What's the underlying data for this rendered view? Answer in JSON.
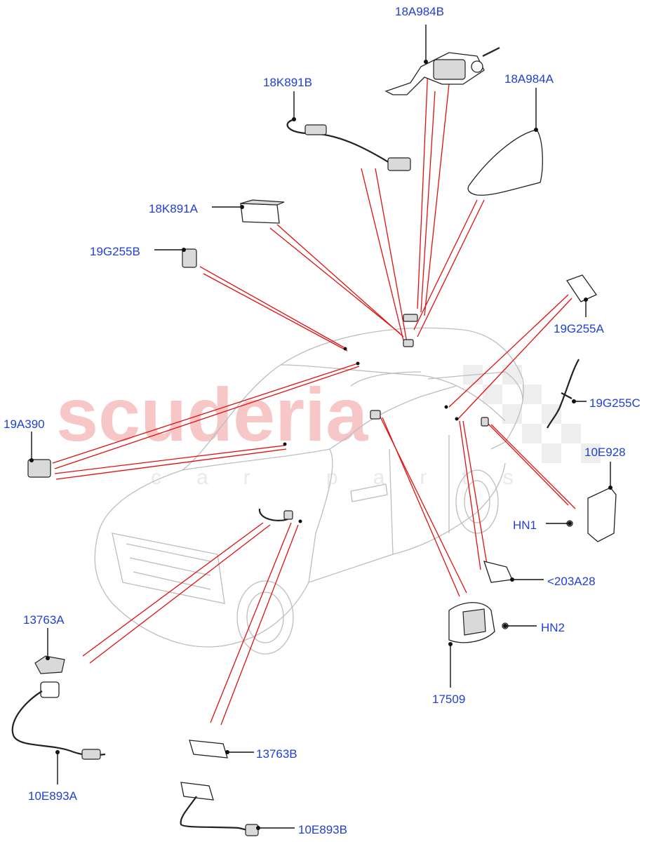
{
  "watermark": {
    "brand": "scuderia",
    "sub": "car parts"
  },
  "labels": {
    "p18A984B": "18A984B",
    "p18K891B": "18K891B",
    "p18A984A": "18A984A",
    "p18K891A": "18K891A",
    "p19G255B": "19G255B",
    "p19G255A": "19G255A",
    "p19G255C": "19G255C",
    "p19A390": "19A390",
    "p10E928": "10E928",
    "pHN1": "HN1",
    "p203A28": "<203A28",
    "pHN2": "HN2",
    "p17509": "17509",
    "p13763A": "13763A",
    "p13763B": "13763B",
    "p10E893A": "10E893A",
    "p10E893B": "10E893B"
  },
  "colors": {
    "label": "#1f3fd6",
    "leader": "#111111",
    "callout": "#e01010",
    "vehicle": "#bdbdbd",
    "watermark": "#f7c6c6"
  }
}
